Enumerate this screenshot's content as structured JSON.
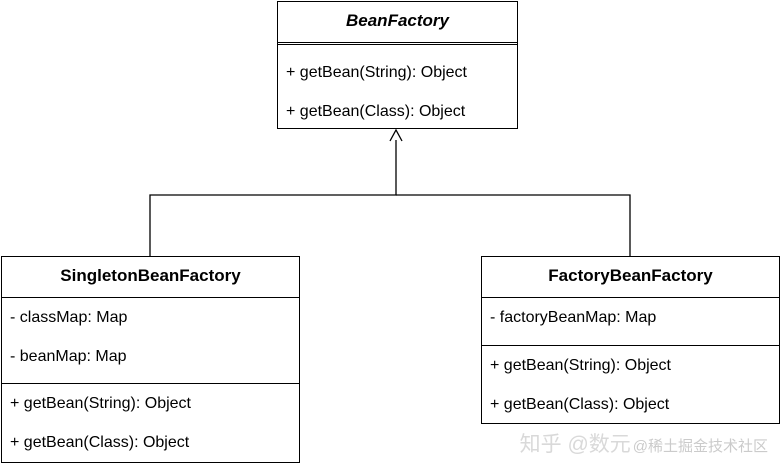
{
  "classes": {
    "bean_factory": {
      "name": "BeanFactory",
      "methods": [
        "+ getBean(String): Object",
        "+ getBean(Class): Object"
      ]
    },
    "singleton_bean_factory": {
      "name": "SingletonBeanFactory",
      "fields": [
        "- classMap: Map",
        "- beanMap: Map"
      ],
      "methods": [
        "+ getBean(String): Object",
        "+ getBean(Class): Object"
      ]
    },
    "factory_bean_factory": {
      "name": "FactoryBeanFactory",
      "fields": [
        "- factoryBeanMap: Map"
      ],
      "methods": [
        "+ getBean(String): Object",
        "+ getBean(Class): Object"
      ]
    }
  },
  "watermark": {
    "zhihu": "知乎 @数元",
    "community": "@稀土掘金技术社区"
  }
}
